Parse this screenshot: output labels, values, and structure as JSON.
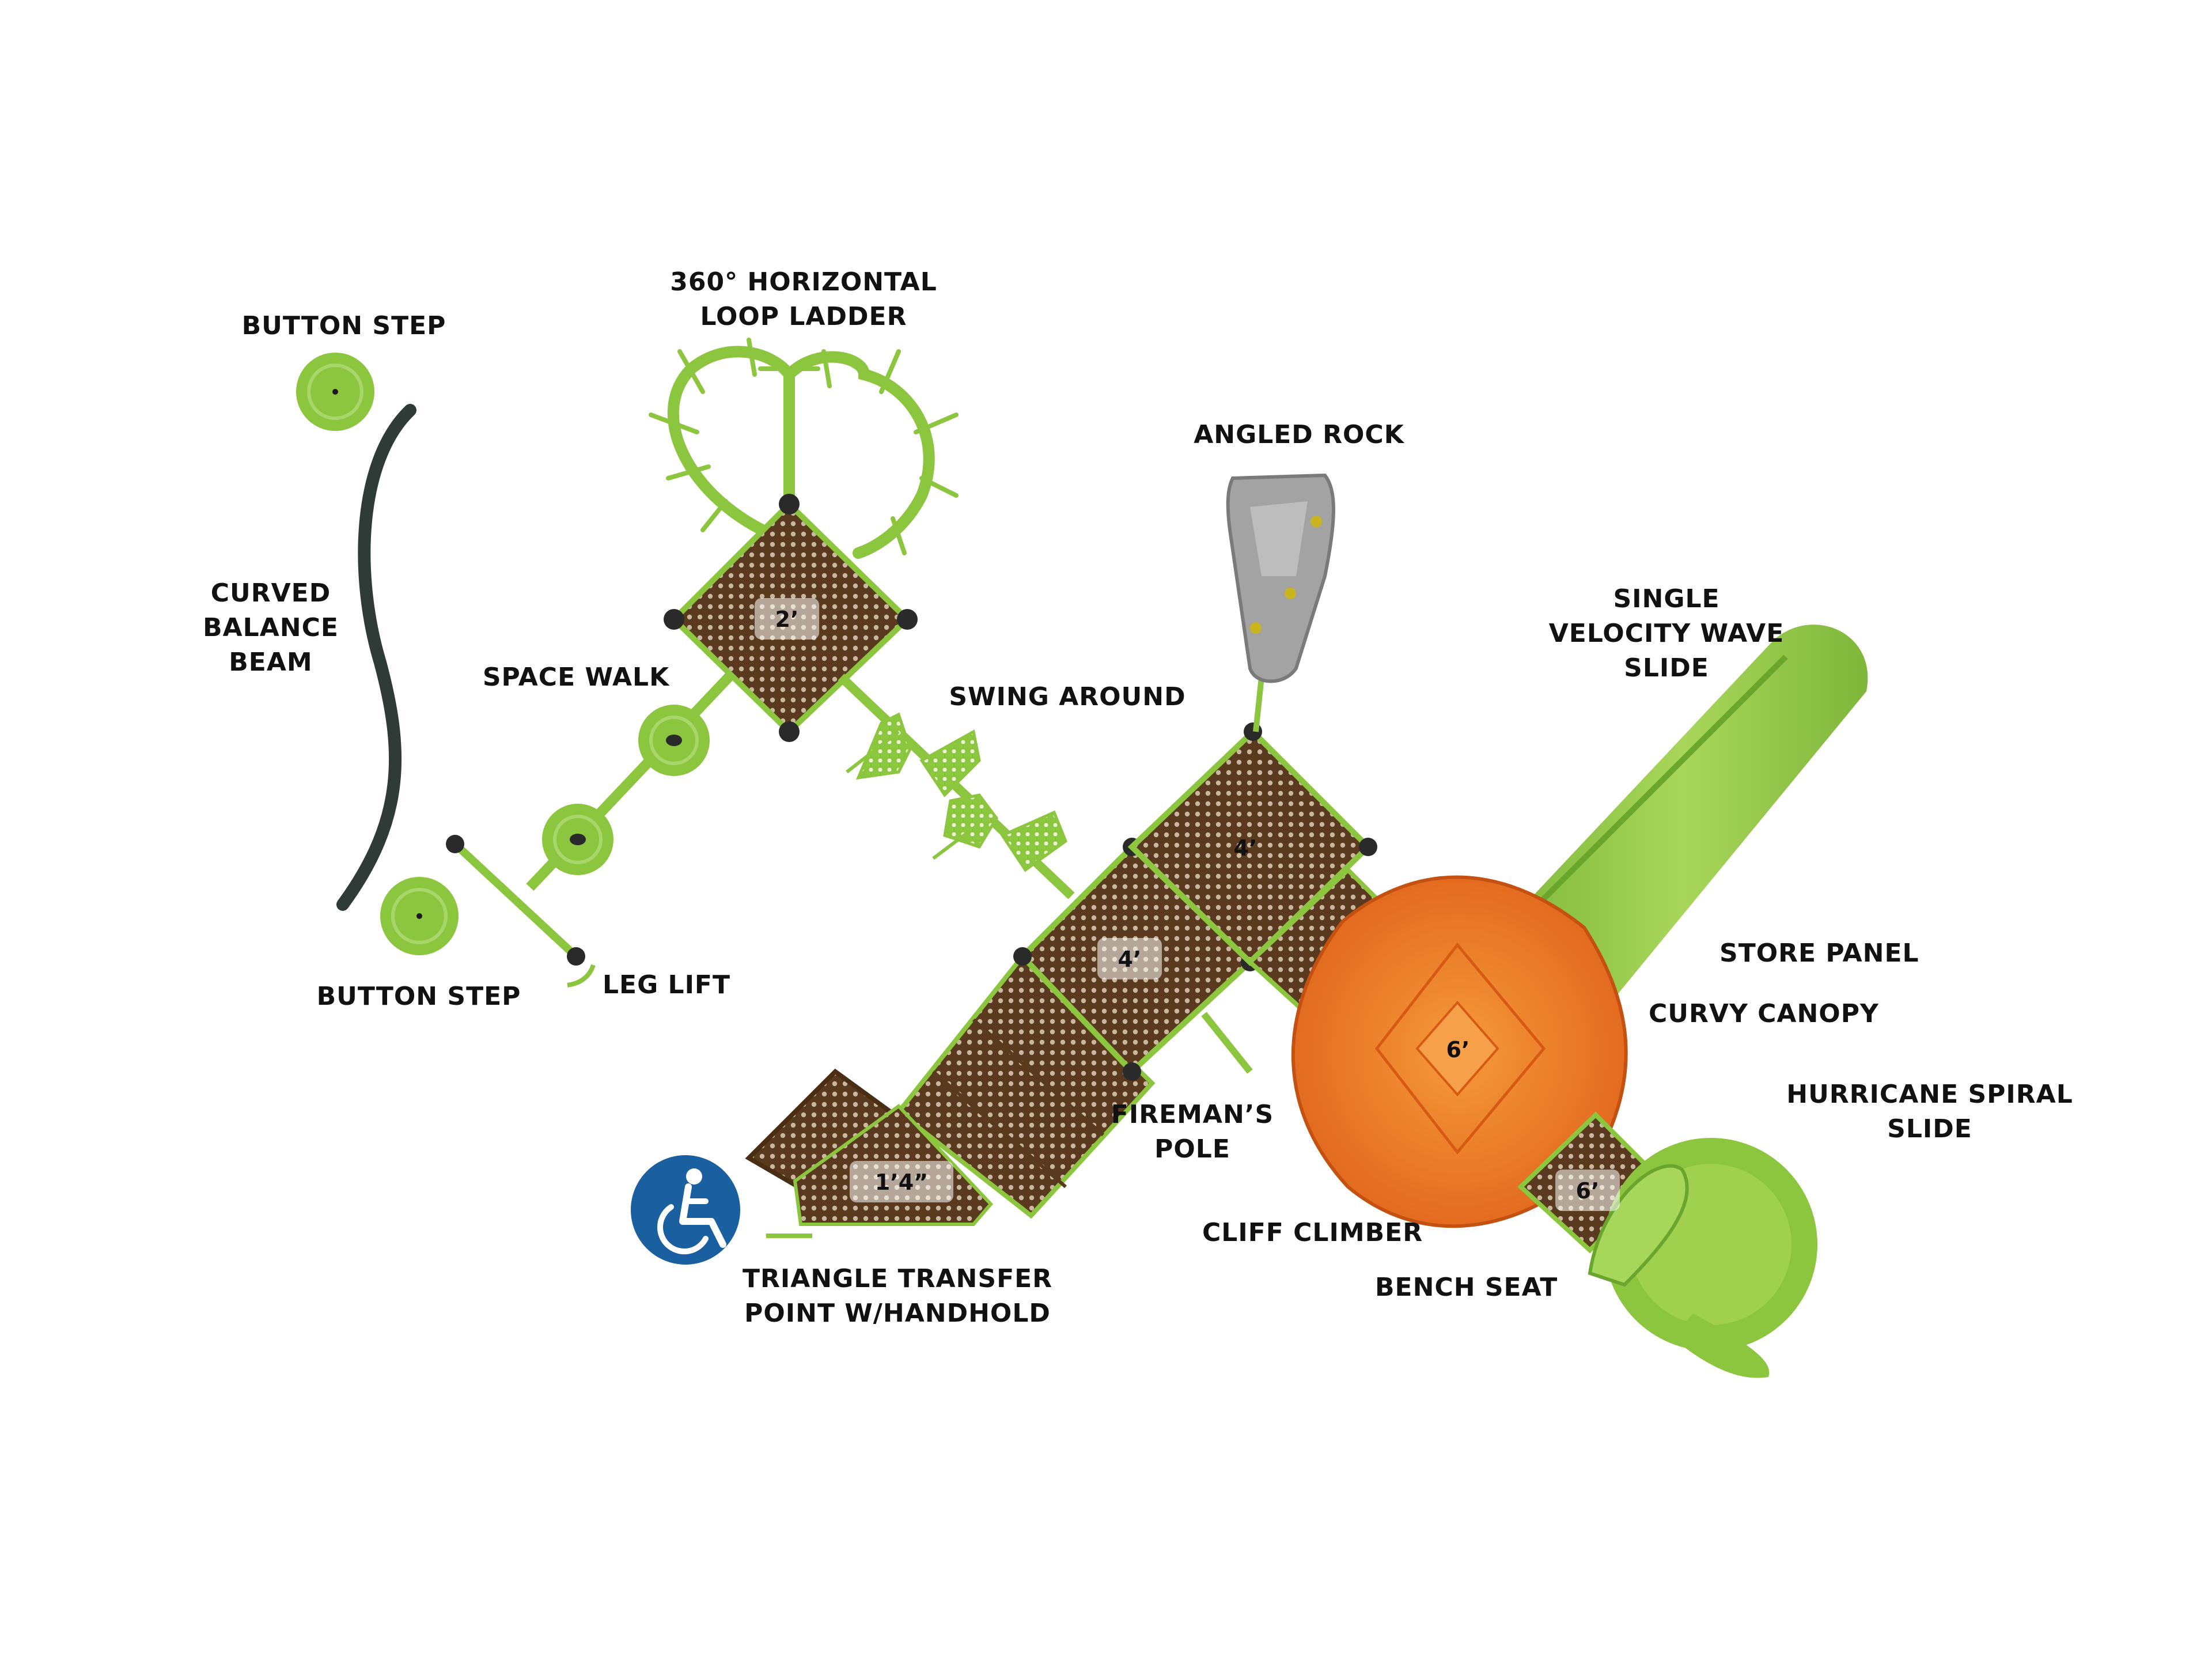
{
  "labels": {
    "button_step_top": "BUTTON STEP",
    "loop_ladder_1": "360° HORIZONTAL",
    "loop_ladder_2": "LOOP LADDER",
    "curved_beam_1": "CURVED",
    "curved_beam_2": "BALANCE",
    "curved_beam_3": "BEAM",
    "space_walk": "SPACE WALK",
    "swing_around": "SWING AROUND",
    "angled_rock": "ANGLED ROCK",
    "wave_slide_1": "SINGLE",
    "wave_slide_2": "VELOCITY WAVE",
    "wave_slide_3": "SLIDE",
    "button_step_bottom": "BUTTON STEP",
    "leg_lift": "LEG LIFT",
    "store_panel": "STORE PANEL",
    "curvy_canopy": "CURVY CANOPY",
    "spiral_slide_1": "HURRICANE SPIRAL",
    "spiral_slide_2": "SLIDE",
    "firemans_pole_1": "FIREMAN’S",
    "firemans_pole_2": "POLE",
    "cliff_climber": "CLIFF CLIMBER",
    "bench_seat": "BENCH SEAT",
    "transfer_point_1": "TRIANGLE TRANSFER",
    "transfer_point_2": "POINT W/HANDHOLD"
  },
  "heights": {
    "deck_small": "2’",
    "deck_upper": "4’",
    "deck_middle": "4’",
    "deck_canopy": "6’",
    "deck_lower": "6’",
    "transfer": "1’4”"
  },
  "icons": {
    "accessibility": "wheelchair-accessibility-icon"
  },
  "colors": {
    "lime": "#8cc63f",
    "deck_brown": "#5a3a1e",
    "canopy_orange": "#ef7a1f",
    "rock_gray": "#9a9a9a",
    "beam_dark": "#2f3b36",
    "access_blue": "#1a5fa0"
  }
}
